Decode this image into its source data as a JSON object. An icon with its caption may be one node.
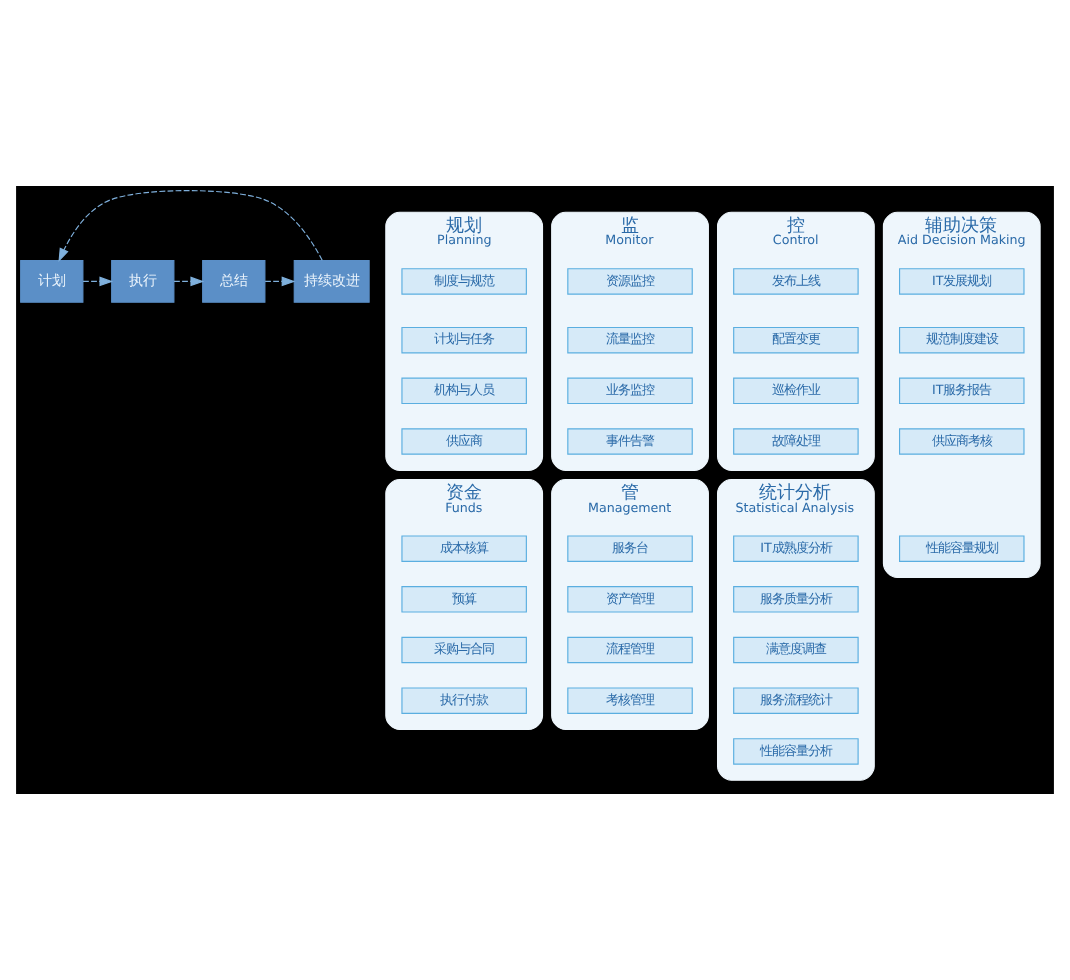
{
  "diagram": {
    "nodes": [
      {
        "text": [
          "计划"
        ]
      },
      {
        "text": [
          "执行"
        ]
      },
      {
        "text": [
          "总结"
        ]
      },
      {
        "text": [
          "持续改进"
        ]
      },
      {
        "text": [
          "规划",
          "Planning"
        ]
      },
      {
        "text": [
          "制度与规范"
        ],
        "in": 4
      },
      {
        "text": [
          "计划与任务"
        ],
        "in": 4
      },
      {
        "text": [
          "机构与人员"
        ],
        "in": 4
      },
      {
        "text": [
          "供应商"
        ],
        "in": 4
      },
      {
        "text": [
          "监",
          "Monitor"
        ]
      },
      {
        "text": [
          "资源监控"
        ],
        "in": 9
      },
      {
        "text": [
          "流量监控"
        ],
        "in": 9
      },
      {
        "text": [
          "业务监控"
        ],
        "in": 9
      },
      {
        "text": [
          "事件告警"
        ],
        "in": 9
      },
      {
        "text": [
          "控",
          "Control"
        ]
      },
      {
        "text": [
          "发布上线"
        ],
        "in": 14
      },
      {
        "text": [
          "配置变更"
        ],
        "in": 14
      },
      {
        "text": [
          "巡检作业"
        ],
        "in": 14
      },
      {
        "text": [
          "故障处理"
        ],
        "in": 14
      },
      {
        "text": [
          "辅助决策",
          "Aid Decision Making"
        ]
      },
      {
        "text": [
          "IT发展规划"
        ],
        "in": 19
      },
      {
        "text": [
          "规范制度建设"
        ],
        "in": 19
      },
      {
        "text": [
          "IT服务报告"
        ],
        "in": 19
      },
      {
        "text": [
          "供应商考核"
        ],
        "in": 19
      },
      {
        "text": [
          "性能容量规划"
        ],
        "in": 19
      },
      {
        "text": [
          "资金",
          "Funds"
        ]
      },
      {
        "text": [
          "成本核算"
        ],
        "in": 25
      },
      {
        "text": [
          "预算"
        ],
        "in": 25
      },
      {
        "text": [
          "采购与合同"
        ],
        "in": 25
      },
      {
        "text": [
          "执行付款"
        ],
        "in": 25
      },
      {
        "text": [
          "管",
          "Management"
        ]
      },
      {
        "text": [
          "服务台"
        ],
        "in": 30
      },
      {
        "text": [
          "资产管理"
        ],
        "in": 30
      },
      {
        "text": [
          "流程管理"
        ],
        "in": 30
      },
      {
        "text": [
          "考核管理"
        ],
        "in": 30
      },
      {
        "text": [
          "统计分析",
          "Statistical Analysis"
        ]
      },
      {
        "text": [
          "IT成熟度分析"
        ],
        "in": 35
      },
      {
        "text": [
          "服务质量分析"
        ],
        "in": 35
      },
      {
        "text": [
          "满意度调查"
        ],
        "in": 35
      },
      {
        "text": [
          "服务流程统计"
        ],
        "in": 35
      },
      {
        "text": [
          "性能容量分析"
        ],
        "in": 35
      }
    ],
    "edges": [
      {
        "from": 0,
        "to": 1,
        "arrow": "to",
        "style": "dashed"
      },
      {
        "from": 1,
        "to": 2,
        "arrow": "to",
        "style": "dashed"
      },
      {
        "from": 2,
        "to": 3,
        "arrow": "to",
        "style": "dashed"
      },
      {
        "from": 3,
        "to": 0,
        "arrow": "to",
        "style": "dashed"
      }
    ]
  }
}
